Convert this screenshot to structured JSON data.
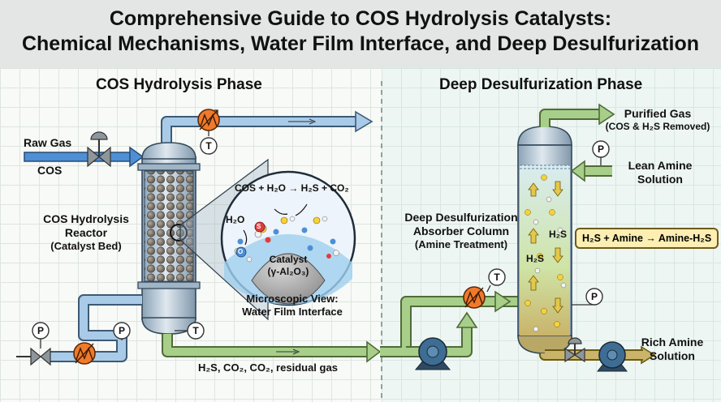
{
  "title": {
    "line1": "Comprehensive Guide to COS Hydrolysis Catalysts:",
    "line2": "Chemical Mechanisms, Water Film Interface, and Deep Desulfurization"
  },
  "phases": {
    "left": "COS Hydrolysis Phase",
    "right": "Deep Desulfurization Phase"
  },
  "inlet": {
    "raw_gas": "Raw Gas",
    "cos": "COS"
  },
  "reactor": {
    "line1": "COS Hydrolysis",
    "line2": "Reactor",
    "line3": "(Catalyst Bed)"
  },
  "micro": {
    "equation": "COS + H₂O → H₂S + CO₂",
    "h2o": "H₂O",
    "catalyst_name": "Catalyst",
    "catalyst_formula": "(γ-Al₂O₃)",
    "caption_line1": "Microscopic View:",
    "caption_line2": "Water Film Interface",
    "atom_s": "S",
    "atom_o": "O"
  },
  "instruments": {
    "temperature": "T",
    "pressure": "P"
  },
  "outlet_gas": "H₂S, CO₂, CO₂, residual gas",
  "absorber": {
    "line1": "Deep Desulfurization",
    "line2": "Absorber Column",
    "line3": "(Amine Treatment)",
    "h2s_a": "H₂S",
    "h2s_b": "H₂S"
  },
  "purified": {
    "line1": "Purified Gas",
    "line2": "(COS & H₂S Removed)"
  },
  "lean": {
    "line1": "Lean Amine",
    "line2": "Solution"
  },
  "rich": {
    "line1": "Rich Amine",
    "line2": "Solution"
  },
  "reaction_box": "H₂S + Amine → Amine-H₂S",
  "colors": {
    "pipe_green": "#8fbf72",
    "pipe_blue": "#9cc3e6",
    "vessel_steel": "#b9c9d6",
    "heat_exchanger": "#f07a2a",
    "pump": "#3e6d94",
    "amine_liquid": "#cbe3a0",
    "reaction_highlight": "#fdeeb2"
  }
}
